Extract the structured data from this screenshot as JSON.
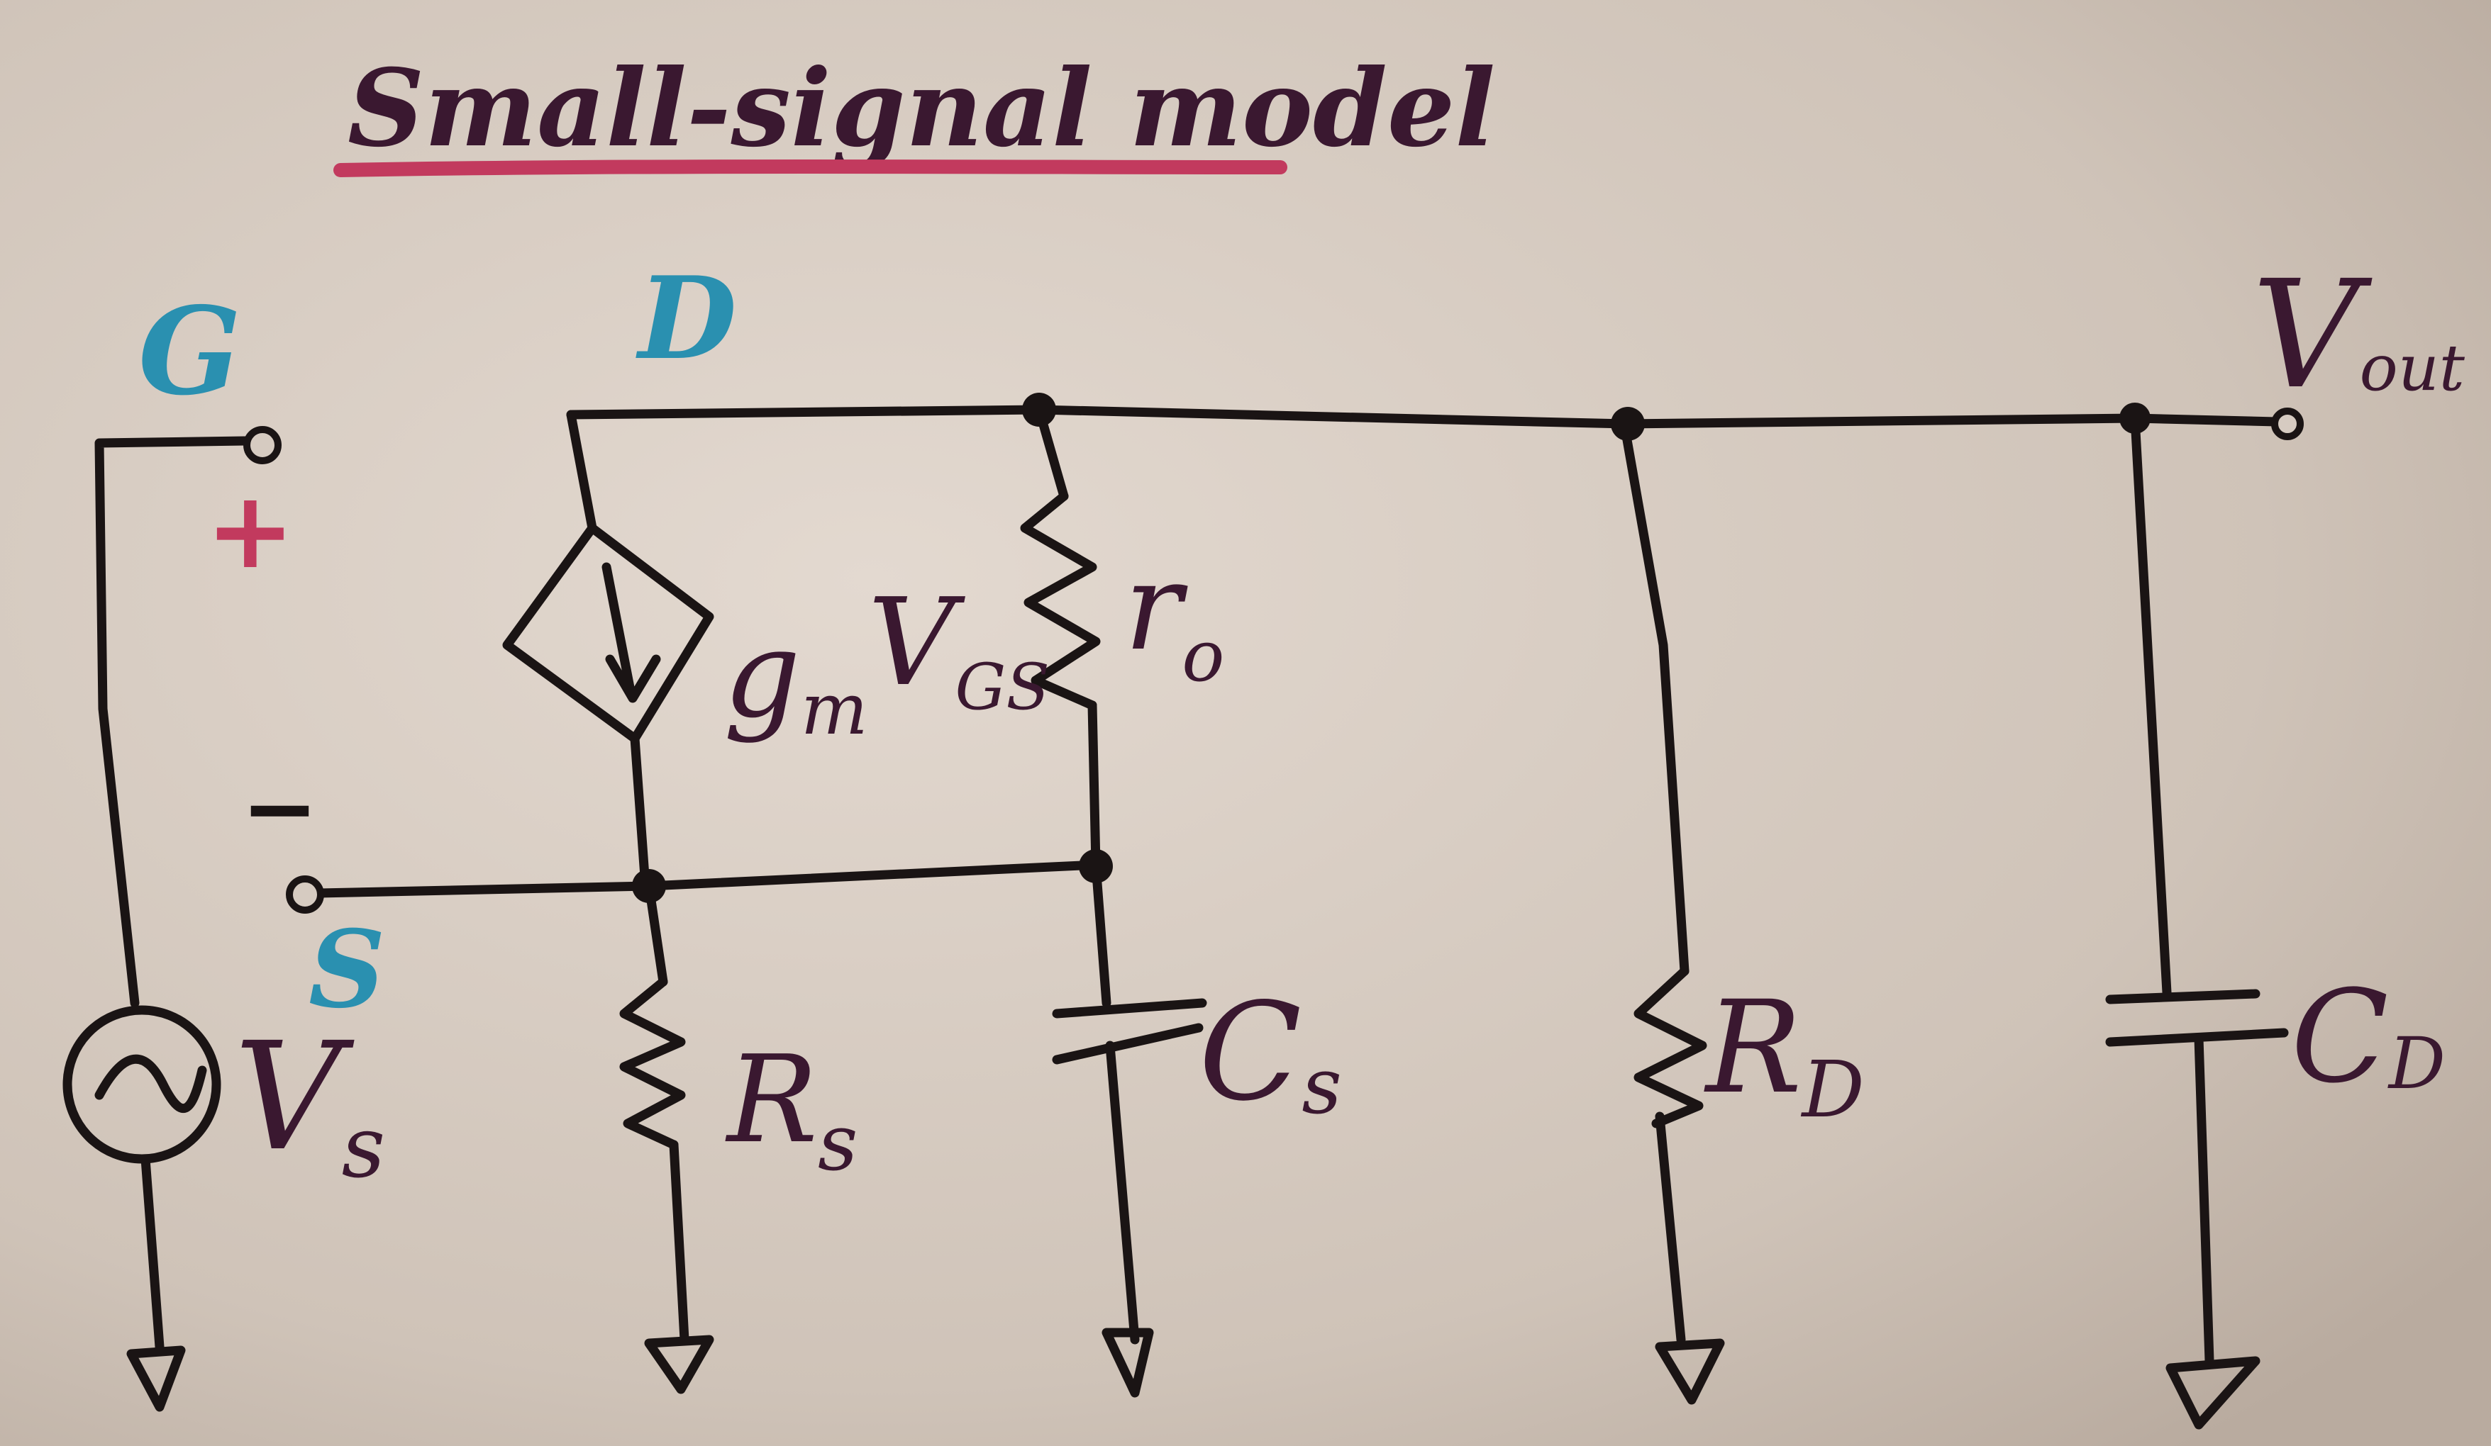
{
  "title": "Small-signal model",
  "colors": {
    "ink": "#1a1414",
    "title_ink": "#3a1830",
    "underline": "#c23a5e",
    "node_label": "#2a90b0",
    "polarity_plus": "#c23a5e",
    "label_ink": "#3a1830",
    "board_light": "#e2d8cf",
    "board_dark": "#c0b3a8"
  },
  "nodes": {
    "gate": "G",
    "drain": "D",
    "source": "S"
  },
  "polarity": {
    "plus": "+",
    "minus": "−"
  },
  "components": {
    "current_source": {
      "label_main": "g",
      "label_sub": "m",
      "label_v": "V",
      "label_vsub": "GS"
    },
    "ro": {
      "label_main": "r",
      "label_sub": "o"
    },
    "rs": {
      "label_main": "R",
      "label_sub": "s"
    },
    "cs": {
      "label_main": "C",
      "label_sub": "s"
    },
    "rd": {
      "label_main": "R",
      "label_sub": "D"
    },
    "cd": {
      "label_main": "C",
      "label_sub": "D"
    },
    "vs": {
      "label_main": "V",
      "label_sub": "s"
    },
    "vout": {
      "label_main": "V",
      "label_sub": "out"
    }
  },
  "icons": [
    "ac-source-icon",
    "ground-icon",
    "resistor-icon",
    "capacitor-icon",
    "dependent-current-source-icon"
  ]
}
